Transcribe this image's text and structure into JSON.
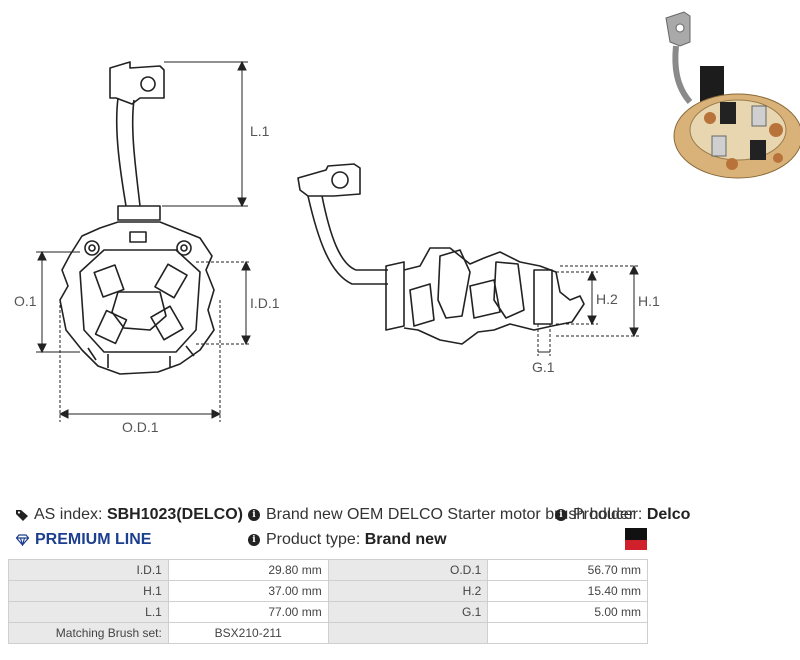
{
  "diagram": {
    "labels": {
      "l1": "L.1",
      "o1": "O.1",
      "id1": "I.D.1",
      "od1": "O.D.1",
      "h2": "H.2",
      "h1": "H.1",
      "g1": "G.1"
    }
  },
  "info": {
    "as_index_label": "AS index:",
    "as_index_value": "SBH1023(DELCO)",
    "premium_label": "PREMIUM LINE",
    "description": "Brand new OEM DELCO Starter motor brush holder",
    "product_type_label": "Product type:",
    "product_type_value": "Brand new",
    "producer_label": "Producer:",
    "producer_value": "Delco"
  },
  "specs": {
    "rows": [
      {
        "l1": "I.D.1",
        "v1": "29.80 mm",
        "l2": "O.D.1",
        "v2": "56.70 mm"
      },
      {
        "l1": "H.1",
        "v1": "37.00 mm",
        "l2": "H.2",
        "v2": "15.40 mm"
      },
      {
        "l1": "L.1",
        "v1": "77.00 mm",
        "l2": "G.1",
        "v2": "5.00 mm"
      },
      {
        "l1": "Matching Brush set:",
        "v1": "BSX210-211",
        "l2": "",
        "v2": ""
      }
    ]
  },
  "colors": {
    "premium": "#1d3f8f",
    "flag_top": "#111111",
    "flag_bottom": "#d0202b"
  }
}
